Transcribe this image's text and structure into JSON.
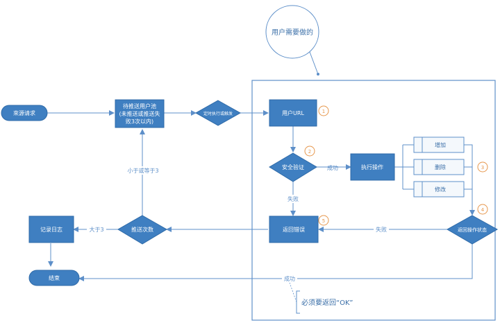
{
  "bubble": {
    "text": "用户需要做的"
  },
  "nodes": {
    "source": "來源请求",
    "pool_line1": "待推送用户池",
    "pool_line2": "(未推送或推送失",
    "pool_line3": "败3次以内)",
    "timer": "定时执行或触发",
    "user_url": "用户URL",
    "security": "安全验证",
    "execute": "执行操作",
    "op_add": "增加",
    "op_delete": "删除",
    "op_modify": "修改",
    "return_status": "返回操作状态",
    "return_error": "返回错误",
    "push_count": "推送次数",
    "log": "记录日志",
    "end": "结束"
  },
  "edge_labels": {
    "le3": "小于或等于3",
    "success1": "成功",
    "fail1": "失败",
    "fail2": "失败",
    "gt3": "大于3",
    "success2": "成功"
  },
  "note": "必须要返回“OK”",
  "step_numbers": [
    "1",
    "2",
    "3",
    "4",
    "5"
  ],
  "colors": {
    "node": "#3f7fc1",
    "edge": "#5d8fc9",
    "step": "#e6964b",
    "region": "#5d8fc9"
  }
}
